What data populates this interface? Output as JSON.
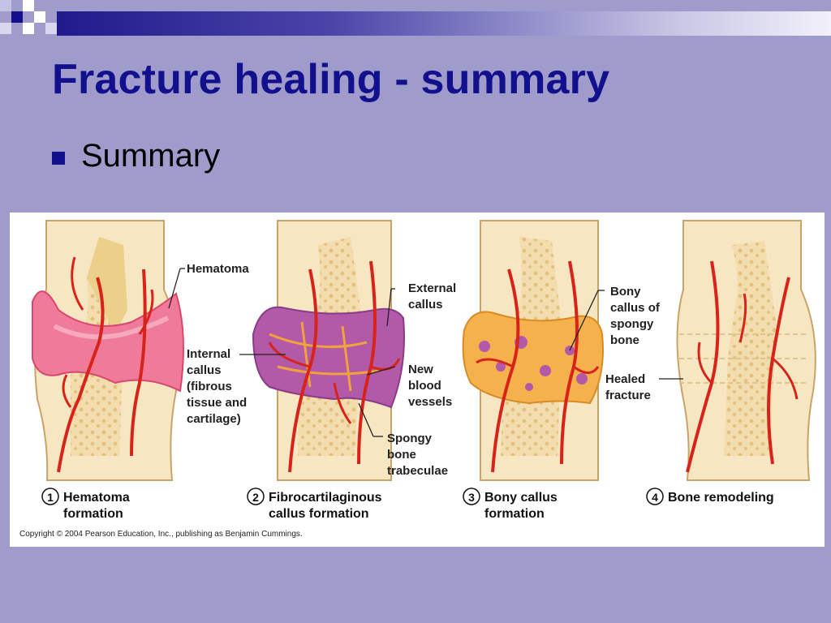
{
  "slide": {
    "title": "Fracture healing - summary",
    "bullet": "Summary"
  },
  "figure": {
    "labels": {
      "hematoma": "Hematoma",
      "internal_callus": [
        "Internal",
        "callus",
        "(fibrous",
        "tissue and",
        "cartilage)"
      ],
      "external_callus": [
        "External",
        "callus"
      ],
      "new_blood_vessels": [
        "New",
        "blood",
        "vessels"
      ],
      "spongy_bone_trabeculae": [
        "Spongy",
        "bone",
        "trabeculae"
      ],
      "bony_callus": [
        "Bony",
        "callus of",
        "spongy",
        "bone"
      ],
      "healed_fracture": [
        "Healed",
        "fracture"
      ]
    },
    "steps": [
      {
        "number": "1",
        "line1": "Hematoma",
        "line2": "formation"
      },
      {
        "number": "2",
        "line1": "Fibrocartilaginous",
        "line2": "callus formation"
      },
      {
        "number": "3",
        "line1": "Bony callus",
        "line2": "formation"
      },
      {
        "number": "4",
        "line1": "Bone remodeling",
        "line2": ""
      }
    ],
    "copyright": "Copyright © 2004 Pearson Education, Inc., publishing as Benjamin Cummings."
  },
  "colors": {
    "background": "#9f9ccc",
    "title": "#12108c",
    "bone": "#f3dcae",
    "spongy": "#ead08a",
    "hematoma": "#ef7a9a",
    "fibrocartilage": "#b259a8",
    "bony_callus": "#f5b14c",
    "vessel": "#d8231a"
  }
}
